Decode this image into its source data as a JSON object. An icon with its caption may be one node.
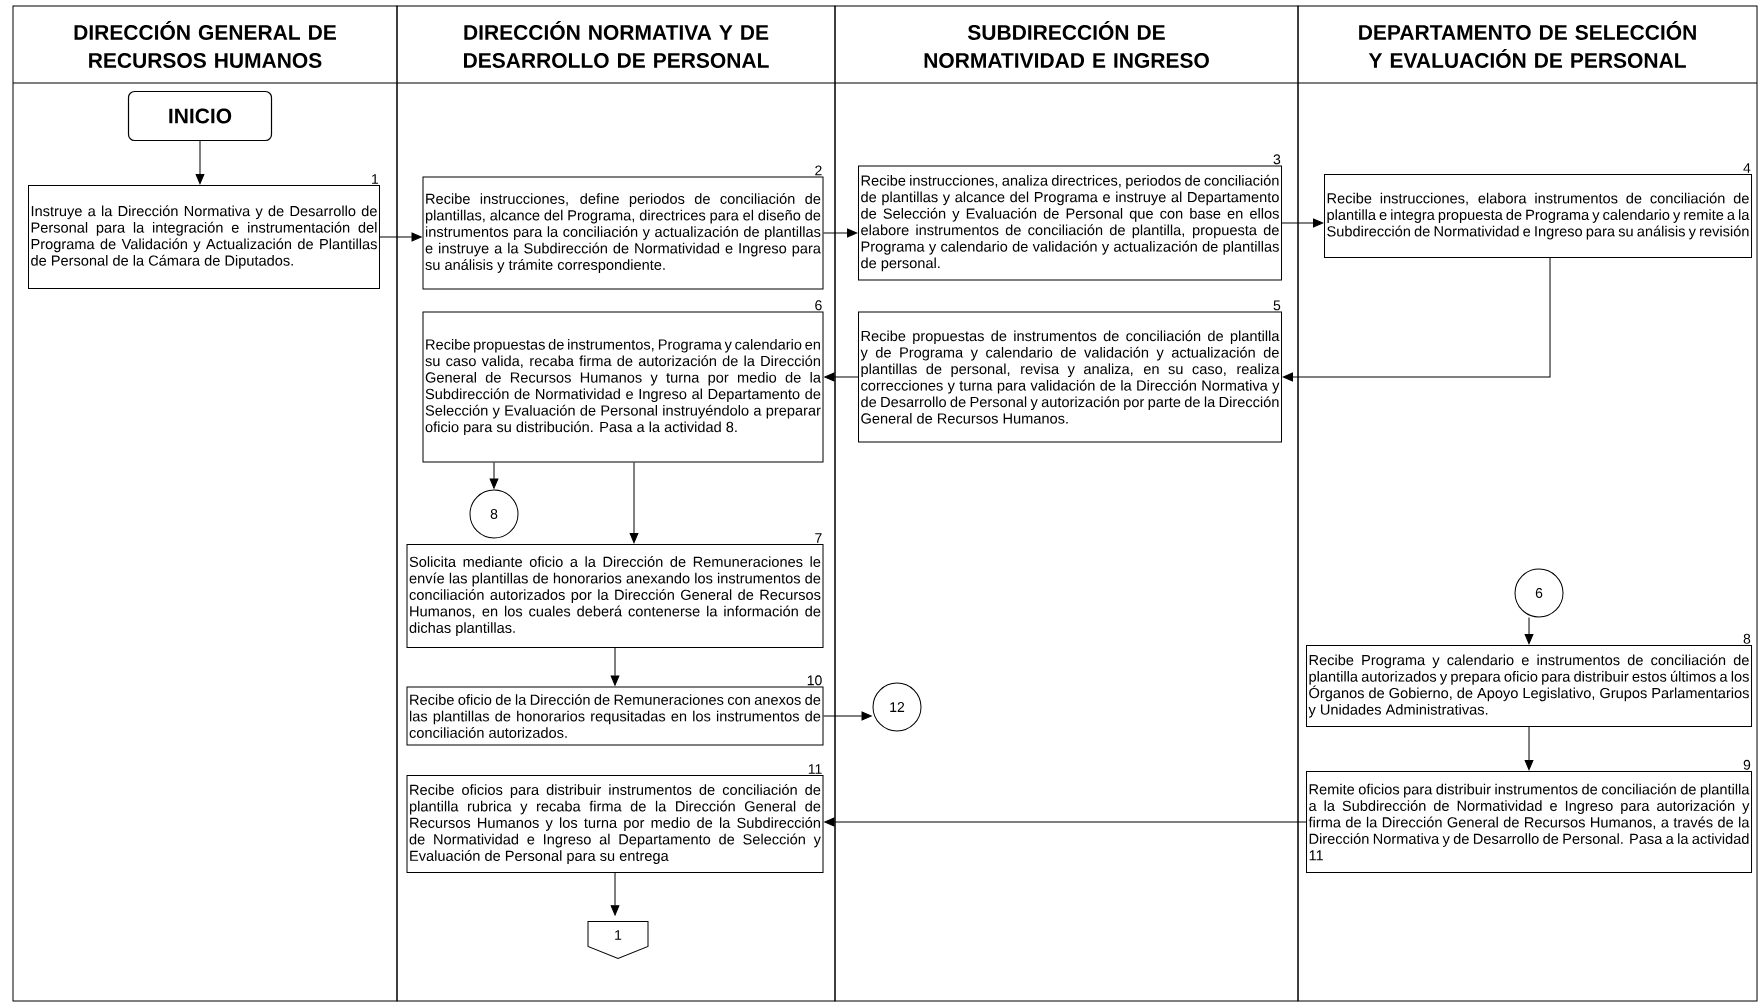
{
  "diagram": {
    "nodes": [
      {
        "text": [
          "DIRECCIÓN GENERAL DE RECURSOS HUMANOS"
        ]
      },
      {
        "text": [
          "DIRECCIÓN NORMATIVA Y DE DESARROLLO DE PERSONAL"
        ]
      },
      {
        "text": [
          "SUBDIRECCIÓN DE NORMATIVIDAD E INGRESO"
        ]
      },
      {
        "text": [
          "DEPARTAMENTO DE SELECCIÓN Y EVALUACIÓN DE PERSONAL"
        ]
      },
      {
        "text": [
          "INICIO"
        ],
        "in": 0
      },
      {
        "text": [
          "Instruye a la Dirección Normativa y de Desarrollo de Personal para la integración e instrumentación del Programa de Validación y Actualización de Plantillas de Personal de la Cámara de Diputados."
        ],
        "beside": [
          "1"
        ],
        "in": 0
      },
      {
        "text": [
          "Recibe instrucciones, define periodos de conciliación de plantillas, alcance del Programa, directrices para el diseño de instrumentos para la conciliación y actualización de plantillas e instruye a la Subdirección de Normatividad e Ingreso para su análisis y trámite correspondiente."
        ],
        "beside": [
          "2"
        ],
        "in": 1
      },
      {
        "text": [
          "Recibe instrucciones, analiza directrices, periodos de conciliación de plantillas y alcance del Programa e instruye al Departamento de Selección y Evaluación de Personal que con base en ellos elabore instrumentos de conciliación de plantilla, propuesta de Programa y calendario de validación y actualización de plantillas de personal."
        ],
        "beside": [
          "3"
        ],
        "in": 2
      },
      {
        "text": [
          "Recibe instrucciones, elabora instrumentos de conciliación de plantilla e integra propuesta de Programa y calendario y remite a la Subdirección de Normatividad e Ingreso para su análisis y revisión"
        ],
        "beside": [
          "4"
        ],
        "in": 3
      },
      {
        "text": [
          "Recibe propuestas de instrumentos de conciliación de plantilla y de Programa y calendario de validación y actualización de plantillas de personal, revisa y analiza, en su caso, realiza correcciones y turna para validación de la Dirección Normativa y de Desarrollo de Personal y autorización por parte de la Dirección General de Recursos Humanos."
        ],
        "beside": [
          "5"
        ],
        "in": 2
      },
      {
        "text": [
          "Recibe propuestas de instrumentos, Programa y calendario en su caso valida, recaba firma de autorización de la Dirección General de Recursos Humanos y turna por medio de la Subdirección de Normatividad e Ingreso al Departamento de Selección y Evaluación de Personal instruyéndolo a preparar oficio para su distribución. Pasa a la actividad 8."
        ],
        "beside": [
          "6"
        ],
        "in": 1
      },
      {
        "text": [
          "8"
        ],
        "in": 1
      },
      {
        "text": [
          "Solicita mediante oficio a la Dirección de Remuneraciones le envíe las plantillas de honorarios anexando los instrumentos de conciliación autorizados por la Dirección General de Recursos Humanos, en los cuales deberá contenerse la información de dichas plantillas."
        ],
        "beside": [
          "7"
        ],
        "in": 1
      },
      {
        "text": [
          "Recibe oficio de la Dirección de Remuneraciones con anexos de las plantillas de honorarios requsitadas en los instrumentos de conciliación autorizados."
        ],
        "beside": [
          "10"
        ],
        "in": 1
      },
      {
        "text": [
          "12"
        ],
        "in": 2
      },
      {
        "text": [
          "6"
        ],
        "in": 3
      },
      {
        "text": [
          "Recibe Programa y calendario e instrumentos de conciliación de plantilla autorizados y prepara oficio para distribuir estos últimos a los Órganos de Gobierno, de Apoyo Legislativo, Grupos Parlamentarios y Unidades Administrativas."
        ],
        "beside": [
          "8"
        ],
        "in": 3
      },
      {
        "text": [
          "Remite oficios para distribuir instrumentos de conciliación de plantilla a la Subdirección de Normatividad e Ingreso para autorización y firma de la Dirección General de Recursos Humanos, a través de la Dirección Normativa y de Desarrollo de Personal. Pasa a la actividad 11"
        ],
        "beside": [
          "9"
        ],
        "in": 3
      },
      {
        "text": [
          "Recibe oficios para distribuir instrumentos de conciliación de plantilla rubrica y recaba firma de la Dirección General de Recursos Humanos y los turna por medio de la Subdirección de Normatividad e Ingreso al Departamento de Selección y Evaluación de Personal para su entrega"
        ],
        "beside": [
          "11"
        ],
        "in": 1
      },
      {
        "text": [
          "1"
        ],
        "in": 1
      }
    ],
    "edges": [
      {
        "from": 4,
        "to": 5,
        "arrow": "to"
      },
      {
        "from": 5,
        "to": 6,
        "arrow": "to"
      },
      {
        "from": 6,
        "to": 7,
        "arrow": "to"
      },
      {
        "from": 7,
        "to": 8,
        "arrow": "to"
      },
      {
        "from": 8,
        "to": 9,
        "arrow": "to"
      },
      {
        "from": 9,
        "to": 10,
        "arrow": "to"
      },
      {
        "from": 10,
        "to": 11,
        "arrow": "to"
      },
      {
        "from": 10,
        "to": 12,
        "arrow": "to"
      },
      {
        "from": 12,
        "to": 13,
        "arrow": "to"
      },
      {
        "from": 13,
        "to": 14,
        "arrow": "to"
      },
      {
        "from": 15,
        "to": 16,
        "arrow": "to"
      },
      {
        "from": 16,
        "to": 17,
        "arrow": "to"
      },
      {
        "from": 17,
        "to": 18,
        "arrow": "to"
      },
      {
        "from": 18,
        "to": 19,
        "arrow": "to"
      }
    ]
  }
}
